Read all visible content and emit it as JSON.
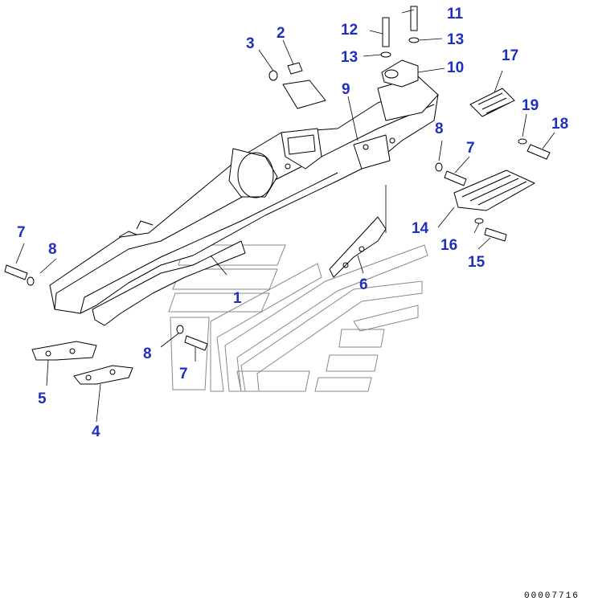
{
  "drawing_number": "00007716",
  "callouts": {
    "c1": "1",
    "c2": "2",
    "c3": "3",
    "c4": "4",
    "c5": "5",
    "c6": "6",
    "c7a": "7",
    "c7b": "7",
    "c7c": "7",
    "c8a": "8",
    "c8b": "8",
    "c8c": "8",
    "c9": "9",
    "c10": "10",
    "c11": "11",
    "c12": "12",
    "c13a": "13",
    "c13b": "13",
    "c14": "14",
    "c15": "15",
    "c16": "16",
    "c17": "17",
    "c18": "18",
    "c19": "19"
  },
  "colors": {
    "callout": "#1f2fbf",
    "line": "#000000",
    "hatch": "#888888"
  }
}
